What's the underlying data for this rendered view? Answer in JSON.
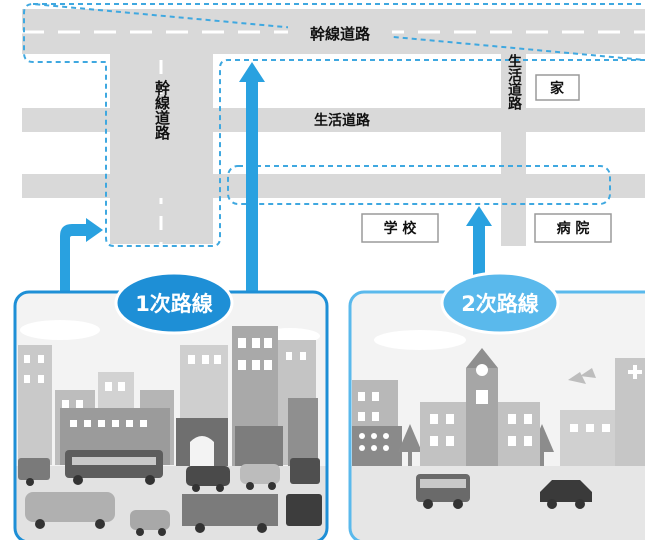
{
  "colors": {
    "road": "#d9d9d9",
    "dash_line": "#ffffff",
    "boundary": "#3fa8e0",
    "arrow": "#29a1e0",
    "primary_badge": "#1e8fd6",
    "secondary_badge": "#5ab9ec",
    "label_box_border": "#9a9a9a",
    "text": "#111111"
  },
  "roads": {
    "trunk_horizontal": "幹線道路",
    "trunk_vertical": "幹線道路",
    "local_horizontal": "生活道路",
    "local_vertical": "生活道路"
  },
  "places": {
    "house": "家",
    "school": "学 校",
    "hospital": "病 院"
  },
  "routes": {
    "primary": "1次路線",
    "secondary": "2次路線"
  },
  "icons": {
    "city_scene": "city-with-traffic-illustration",
    "town_scene": "town-with-school-hospital-illustration"
  }
}
